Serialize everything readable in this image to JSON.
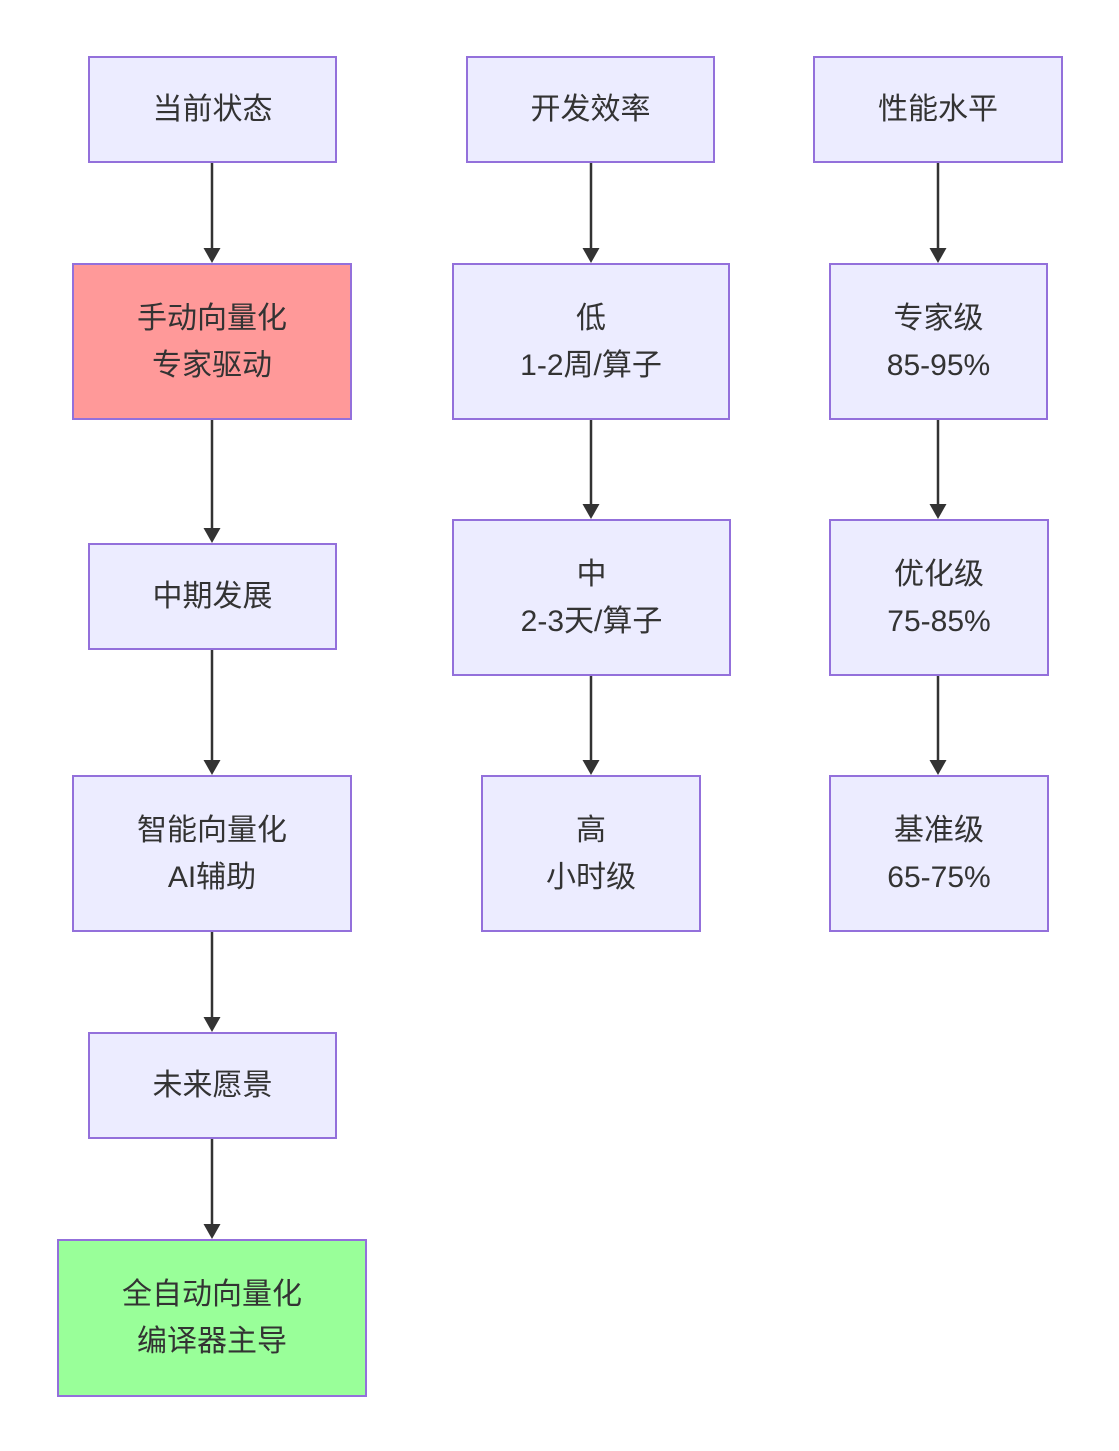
{
  "diagram": {
    "type": "flowchart",
    "direction": "top-down",
    "colors": {
      "background": "#FFFFFF",
      "node_fill": "#ECECFF",
      "node_border": "#9370DB",
      "red_fill": "#FF9999",
      "green_fill": "#99FF99",
      "arrow": "#333333",
      "text": "#333333"
    },
    "columns": [
      {
        "nodes": [
          {
            "lines": [
              "当前状态"
            ],
            "style": "default"
          },
          {
            "lines": [
              "手动向量化",
              "专家驱动"
            ],
            "style": "red"
          },
          {
            "lines": [
              "中期发展"
            ],
            "style": "default"
          },
          {
            "lines": [
              "智能向量化",
              "AI辅助"
            ],
            "style": "default"
          },
          {
            "lines": [
              "未来愿景"
            ],
            "style": "default"
          },
          {
            "lines": [
              "全自动向量化",
              "编译器主导"
            ],
            "style": "green"
          }
        ]
      },
      {
        "nodes": [
          {
            "lines": [
              "开发效率"
            ],
            "style": "default"
          },
          {
            "lines": [
              "低",
              "1-2周/算子"
            ],
            "style": "default"
          },
          {
            "lines": [
              "中",
              "2-3天/算子"
            ],
            "style": "default"
          },
          {
            "lines": [
              "高",
              "小时级"
            ],
            "style": "default"
          }
        ]
      },
      {
        "nodes": [
          {
            "lines": [
              "性能水平"
            ],
            "style": "default"
          },
          {
            "lines": [
              "专家级",
              "85-95%"
            ],
            "style": "default"
          },
          {
            "lines": [
              "优化级",
              "75-85%"
            ],
            "style": "default"
          },
          {
            "lines": [
              "基准级",
              "65-75%"
            ],
            "style": "default"
          }
        ]
      }
    ],
    "edges": [
      {
        "from": "当前状态",
        "to": "手动向量化 专家驱动"
      },
      {
        "from": "手动向量化 专家驱动",
        "to": "中期发展"
      },
      {
        "from": "中期发展",
        "to": "智能向量化 AI辅助"
      },
      {
        "from": "智能向量化 AI辅助",
        "to": "未来愿景"
      },
      {
        "from": "未来愿景",
        "to": "全自动向量化 编译器主导"
      },
      {
        "from": "开发效率",
        "to": "低 1-2周/算子"
      },
      {
        "from": "低 1-2周/算子",
        "to": "中 2-3天/算子"
      },
      {
        "from": "中 2-3天/算子",
        "to": "高 小时级"
      },
      {
        "from": "性能水平",
        "to": "专家级 85-95%"
      },
      {
        "from": "专家级 85-95%",
        "to": "优化级 75-85%"
      },
      {
        "from": "优化级 75-85%",
        "to": "基准级 65-75%"
      }
    ]
  }
}
